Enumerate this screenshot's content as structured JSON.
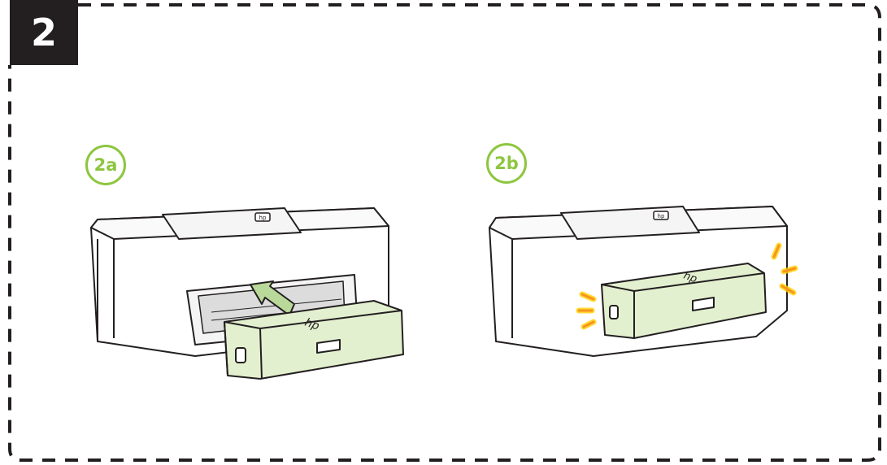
{
  "step": {
    "number": "2"
  },
  "panels": [
    {
      "label": "2a"
    },
    {
      "label": "2b"
    }
  ],
  "colors": {
    "accent_green": "#8dc63f",
    "badge_black": "#231f20",
    "accessory_fill": "#e3f0cf",
    "arrow_fill": "#b9d99a",
    "glow_yellow": "#ffd200",
    "glow_orange": "#f7941d"
  },
  "icons": [
    "hp-logo-icon",
    "insert-arrow-icon",
    "click-indicator-icon"
  ]
}
